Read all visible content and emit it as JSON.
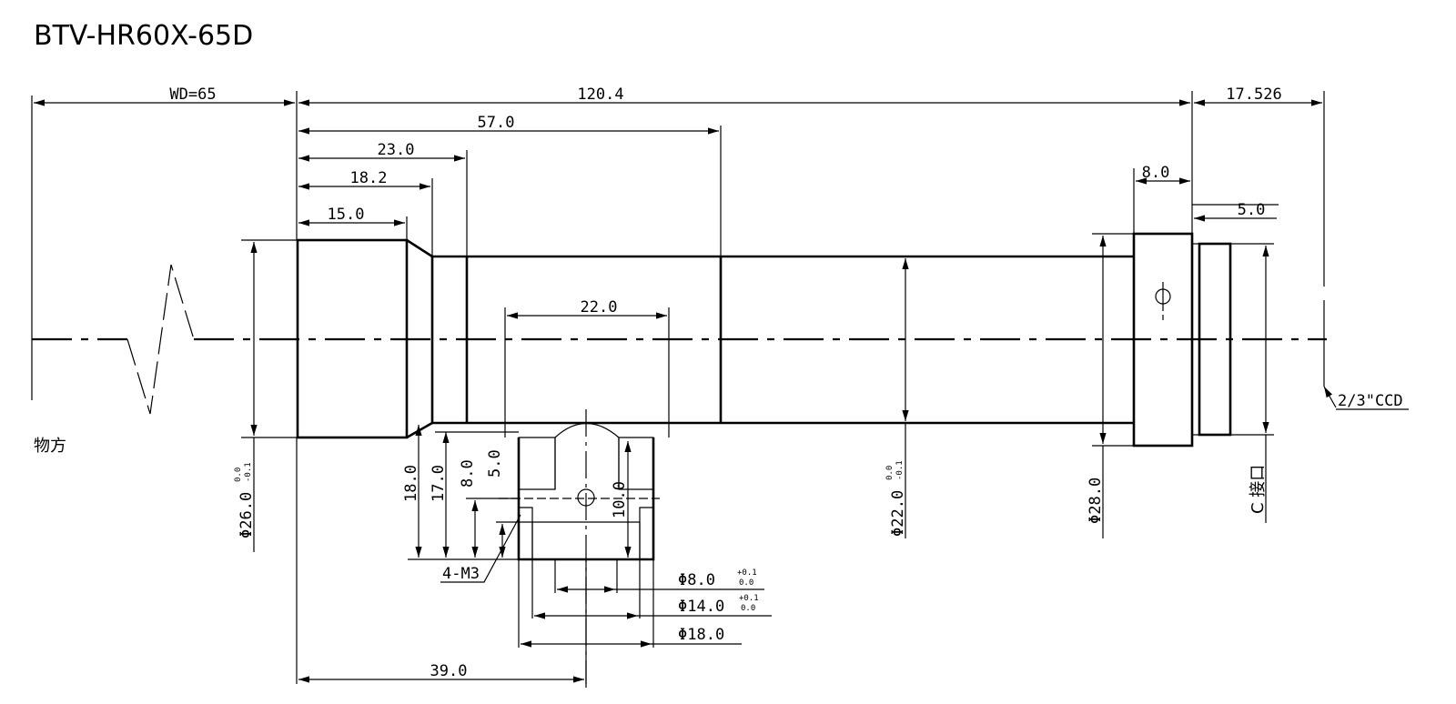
{
  "drawing": {
    "title": "BTV-HR60X-65D",
    "object_side_label": "物方",
    "sensor_label": "2/3\"CCD",
    "mount_label": "C 接口",
    "thread_label": "4-M3"
  },
  "dimensions": {
    "working_distance": "WD=65",
    "total_length": "120.4",
    "back_focal": "17.526",
    "len_57": "57.0",
    "len_23": "23.0",
    "len_18_2": "18.2",
    "len_15": "15.0",
    "len_22": "22.0",
    "len_8": "8.0",
    "len_5": "5.0",
    "len_39": "39.0",
    "dia_26": "Φ26.0",
    "dia_26_tol_upper": "0.0",
    "dia_26_tol_lower": "-0.1",
    "dia_22": "Φ22.0",
    "dia_22_tol_upper": "0.0",
    "dia_22_tol_lower": "-0.1",
    "dia_28": "Φ28.0",
    "mount_h_18": "18.0",
    "mount_h_17": "17.0",
    "mount_h_8": "8.0",
    "mount_h_5": "5.0",
    "mount_h_10": "10.0",
    "hole_8": "Φ8.0",
    "hole_8_tol_upper": "+0.1",
    "hole_8_tol_lower": "0.0",
    "hole_14": "Φ14.0",
    "hole_14_tol_upper": "+0.1",
    "hole_14_tol_lower": "0.0",
    "hole_18": "Φ18.0"
  }
}
